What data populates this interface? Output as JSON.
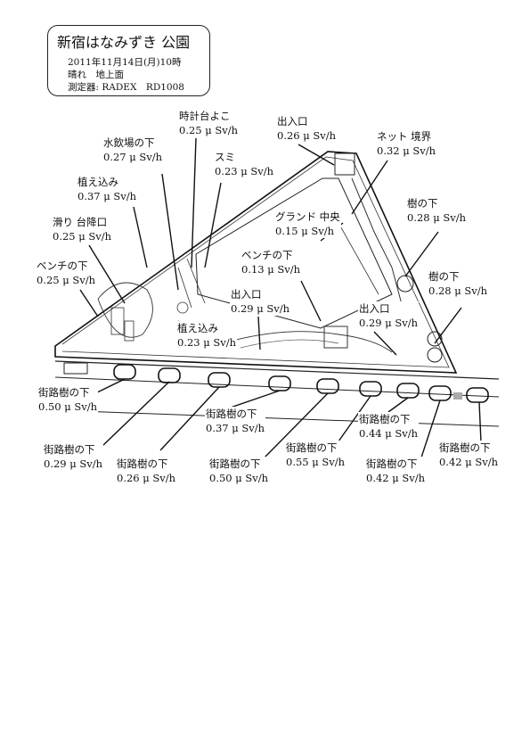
{
  "header": {
    "title": "新宿はなみずき 公園",
    "date": "2011年11月14日(月)10時",
    "weather": "晴れ　地上面",
    "instrument": "測定器: RADEX　RD1008"
  },
  "measurements": [
    {
      "id": "tokei",
      "place": "時計台よこ",
      "value": "0.25 μ Sv/h"
    },
    {
      "id": "deiriguchi-top",
      "place": "出入口",
      "value": "0.26 μ Sv/h"
    },
    {
      "id": "net",
      "place": "ネット 境界",
      "value": "0.32 μ Sv/h"
    },
    {
      "id": "mizunomi",
      "place": "水飲場の下",
      "value": "0.27 μ Sv/h"
    },
    {
      "id": "sumi",
      "place": "スミ",
      "value": "0.23 μ Sv/h"
    },
    {
      "id": "ueko-top",
      "place": "植え込み",
      "value": "0.37 μ Sv/h"
    },
    {
      "id": "ki-1",
      "place": "樹の下",
      "value": "0.28 μ Sv/h"
    },
    {
      "id": "ground",
      "place": "グランド 中央",
      "value": "0.15 μ Sv/h"
    },
    {
      "id": "suberi",
      "place": "滑り 台降口",
      "value": "0.25 μ Sv/h"
    },
    {
      "id": "bench-right",
      "place": "ベンチの下",
      "value": "0.13 μ Sv/h"
    },
    {
      "id": "ki-2",
      "place": "樹の下",
      "value": "0.28 μ Sv/h"
    },
    {
      "id": "bench-left",
      "place": "ベンチの下",
      "value": "0.25 μ Sv/h"
    },
    {
      "id": "deiriguchi-mid",
      "place": "出入口",
      "value": "0.29 μ Sv/h"
    },
    {
      "id": "deiriguchi-right",
      "place": "出入口",
      "value": "0.29 μ Sv/h"
    },
    {
      "id": "ueko-bottom",
      "place": "植え込み",
      "value": "0.23 μ Sv/h"
    }
  ],
  "street_trees": [
    {
      "id": "st1",
      "place": "街路樹の下",
      "value": "0.50 μ Sv/h"
    },
    {
      "id": "st2",
      "place": "街路樹の下",
      "value": "0.29 μ Sv/h"
    },
    {
      "id": "st3",
      "place": "街路樹の下",
      "value": "0.26 μ Sv/h"
    },
    {
      "id": "st4",
      "place": "街路樹の下",
      "value": "0.37 μ Sv/h"
    },
    {
      "id": "st5",
      "place": "街路樹の下",
      "value": "0.50 μ Sv/h"
    },
    {
      "id": "st6",
      "place": "街路樹の下",
      "value": "0.55 μ Sv/h"
    },
    {
      "id": "st7",
      "place": "街路樹の下",
      "value": "0.44 μ Sv/h"
    },
    {
      "id": "st8",
      "place": "街路樹の下",
      "value": "0.42 μ Sv/h"
    },
    {
      "id": "st9",
      "place": "街路樹の下",
      "value": "0.42 μ Sv/h"
    }
  ]
}
